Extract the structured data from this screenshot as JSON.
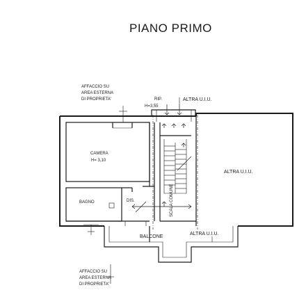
{
  "title": "PIANO PRIMO",
  "labels": {
    "affaccio_top": [
      "AFFACCIO SU",
      "AREA ESTERNA",
      "DI PROPRIETA'"
    ],
    "affaccio_bottom": [
      "AFFACCIO SU",
      "AREA ESTERNA",
      "DI PROPRIETA'"
    ],
    "rip": "RIP.",
    "rip_height": "H=3,55",
    "altra_uiu_top": "ALTRA U.I.U.",
    "altra_uiu_right": "ALTRA U.I.U.",
    "altra_uiu_bottom": "ALTRA U.I.U.",
    "camera": "CAMERA",
    "camera_height": "H= 3,10",
    "bagno": "BAGNO",
    "dis": "DIS.",
    "balcone": "BALCONE",
    "scala_comune": "SCALA COMUNE"
  },
  "colors": {
    "line": "#1a1a1a",
    "background": "#ffffff"
  }
}
